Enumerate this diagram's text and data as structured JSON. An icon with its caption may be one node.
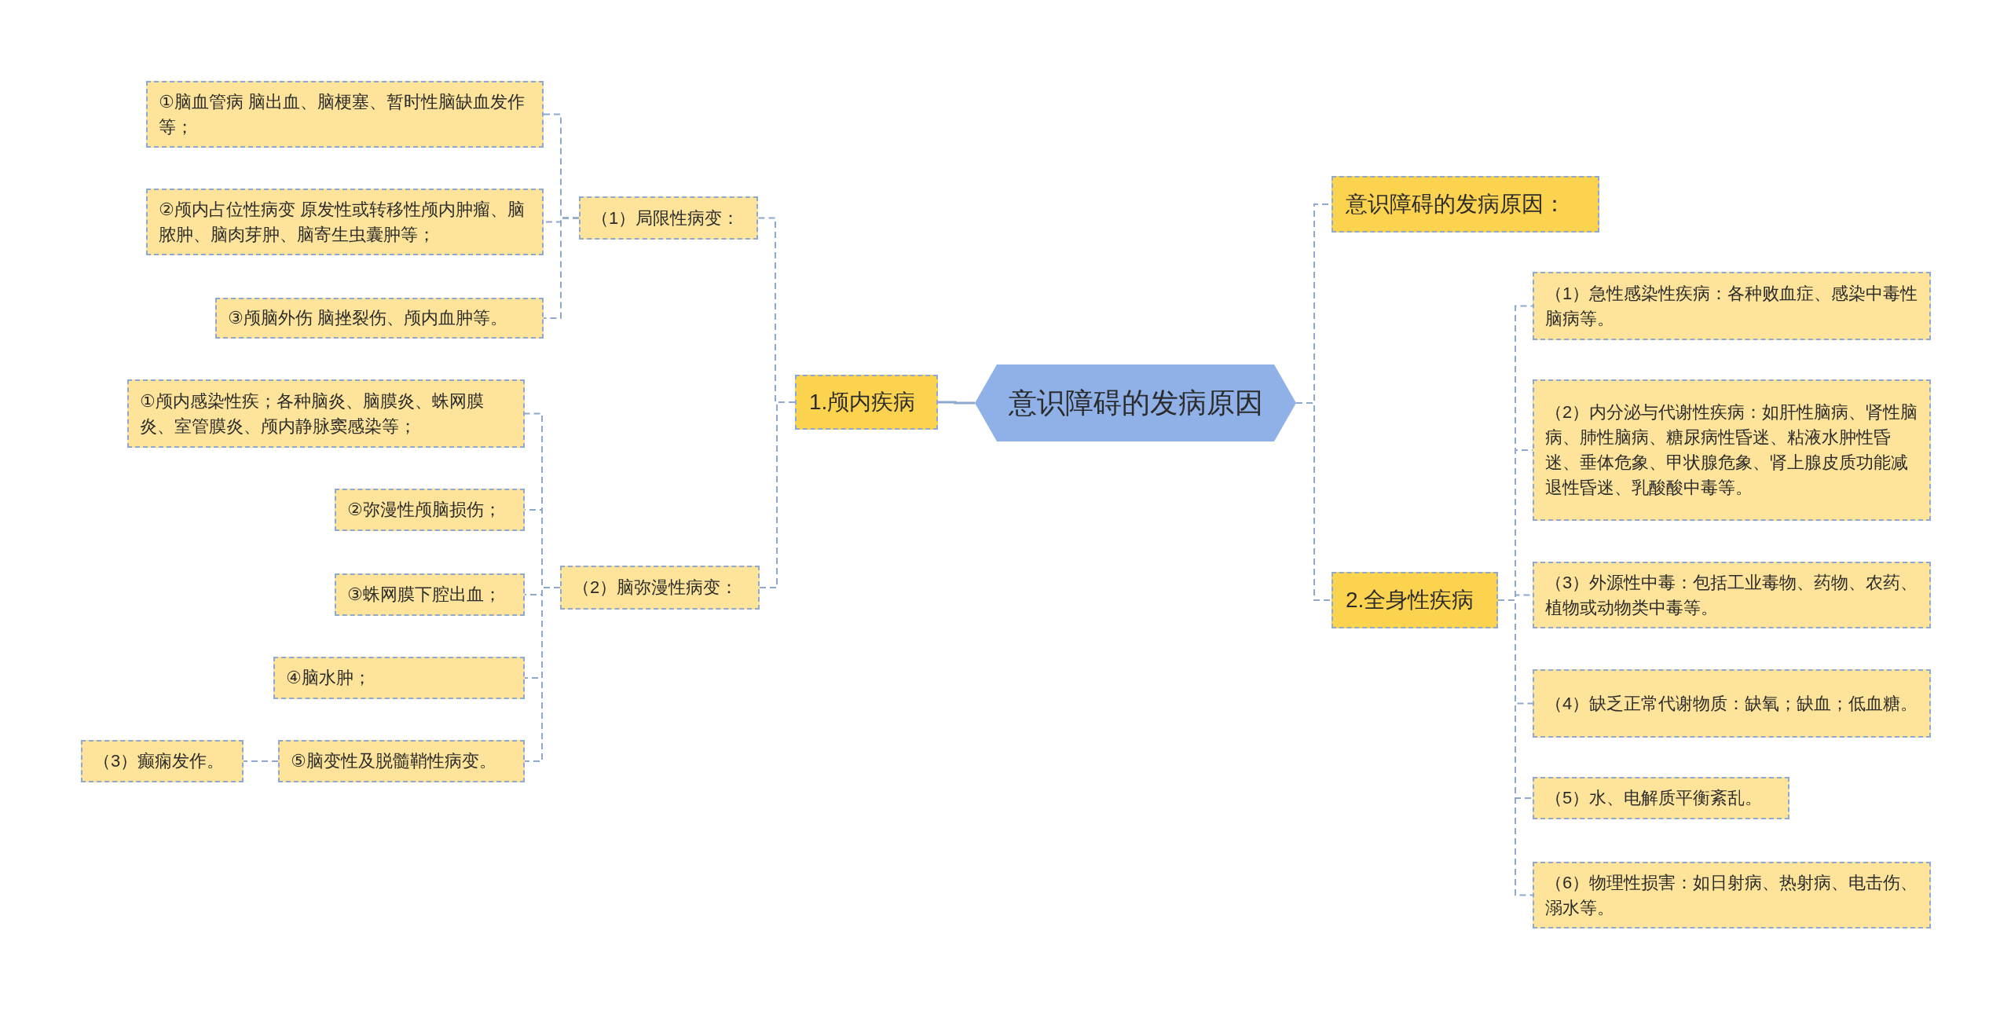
{
  "diagram": {
    "nodes": [
      {
        "text": [
          "意识障碍的发病原因"
        ]
      },
      {
        "text": [
          "1.颅内疾病"
        ]
      },
      {
        "text": [
          "（1）局限性病变："
        ]
      },
      {
        "text": [
          "①脑血管病 脑出血、脑梗塞、暂时性脑缺血发作等；"
        ]
      },
      {
        "text": [
          "②颅内占位性病变 原发性或转移性颅内肿瘤、脑脓肿、脑肉芽肿、脑寄生虫囊肿等；"
        ]
      },
      {
        "text": [
          "③颅脑外伤 脑挫裂伤、颅内血肿等。"
        ]
      },
      {
        "text": [
          "（2）脑弥漫性病变："
        ]
      },
      {
        "text": [
          "①颅内感染性疾；各种脑炎、脑膜炎、蛛网膜炎、室管膜炎、颅内静脉窦感染等；"
        ]
      },
      {
        "text": [
          "②弥漫性颅脑损伤；"
        ]
      },
      {
        "text": [
          "③蛛网膜下腔出血；"
        ]
      },
      {
        "text": [
          "④脑水肿；"
        ]
      },
      {
        "text": [
          "⑤脑变性及脱髓鞘性病变。"
        ]
      },
      {
        "text": [
          "（3）癫痫发作。"
        ]
      },
      {
        "text": [
          "意识障碍的发病原因："
        ]
      },
      {
        "text": [
          "2.全身性疾病"
        ]
      },
      {
        "text": [
          "（1）急性感染性疾病：各种败血症、感染中毒性脑病等。"
        ]
      },
      {
        "text": [
          "（2）内分泌与代谢性疾病：如肝性脑病、肾性脑病、肺性脑病、糖尿病性昏迷、粘液水肿性昏迷、垂体危象、甲状腺危象、肾上腺皮质功能减退性昏迷、乳酸酸中毒等。"
        ]
      },
      {
        "text": [
          "（3）外源性中毒：包括工业毒物、药物、农药、植物或动物类中毒等。"
        ]
      },
      {
        "text": [
          "（4）缺乏正常代谢物质：缺氧；缺血；低血糖。"
        ]
      },
      {
        "text": [
          "（5）水、电解质平衡紊乱。"
        ]
      },
      {
        "text": [
          "（6）物理性损害：如日射病、热射病、电击伤、溺水等。"
        ]
      }
    ],
    "edges": [
      {
        "from": 0,
        "to": 1,
        "arrow": "none"
      },
      {
        "from": 1,
        "to": 2,
        "arrow": "none",
        "style": "dashed"
      },
      {
        "from": 1,
        "to": 6,
        "arrow": "none",
        "style": "dashed"
      },
      {
        "from": 2,
        "to": 3,
        "arrow": "none",
        "style": "dashed"
      },
      {
        "from": 2,
        "to": 4,
        "arrow": "none",
        "style": "dashed"
      },
      {
        "from": 2,
        "to": 5,
        "arrow": "none",
        "style": "dashed"
      },
      {
        "from": 6,
        "to": 7,
        "arrow": "none",
        "style": "dashed"
      },
      {
        "from": 6,
        "to": 8,
        "arrow": "none",
        "style": "dashed"
      },
      {
        "from": 6,
        "to": 9,
        "arrow": "none",
        "style": "dashed"
      },
      {
        "from": 6,
        "to": 10,
        "arrow": "none",
        "style": "dashed"
      },
      {
        "from": 6,
        "to": 11,
        "arrow": "none",
        "style": "dashed"
      },
      {
        "from": 11,
        "to": 12,
        "arrow": "none",
        "style": "dashed"
      },
      {
        "from": 0,
        "to": 13,
        "arrow": "none",
        "style": "dashed"
      },
      {
        "from": 0,
        "to": 14,
        "arrow": "none",
        "style": "dashed"
      },
      {
        "from": 14,
        "to": 15,
        "arrow": "none",
        "style": "dashed"
      },
      {
        "from": 14,
        "to": 16,
        "arrow": "none",
        "style": "dashed"
      },
      {
        "from": 14,
        "to": 17,
        "arrow": "none",
        "style": "dashed"
      },
      {
        "from": 14,
        "to": 18,
        "arrow": "none",
        "style": "dashed"
      },
      {
        "from": 14,
        "to": 19,
        "arrow": "none",
        "style": "dashed"
      },
      {
        "from": 14,
        "to": 20,
        "arrow": "none",
        "style": "dashed"
      }
    ]
  }
}
